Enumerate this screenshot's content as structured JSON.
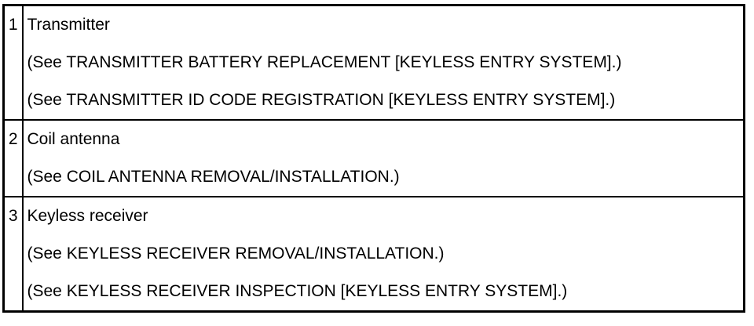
{
  "rows": [
    {
      "number": "1",
      "title": "Transmitter",
      "refs": [
        "(See TRANSMITTER BATTERY REPLACEMENT [KEYLESS ENTRY SYSTEM].)",
        "(See TRANSMITTER ID CODE REGISTRATION [KEYLESS ENTRY SYSTEM].)"
      ]
    },
    {
      "number": "2",
      "title": "Coil antenna",
      "refs": [
        "(See COIL ANTENNA REMOVAL/INSTALLATION.)"
      ]
    },
    {
      "number": "3",
      "title": "Keyless receiver",
      "refs": [
        "(See KEYLESS RECEIVER REMOVAL/INSTALLATION.)",
        "(See KEYLESS RECEIVER INSPECTION [KEYLESS ENTRY SYSTEM].)"
      ]
    }
  ]
}
